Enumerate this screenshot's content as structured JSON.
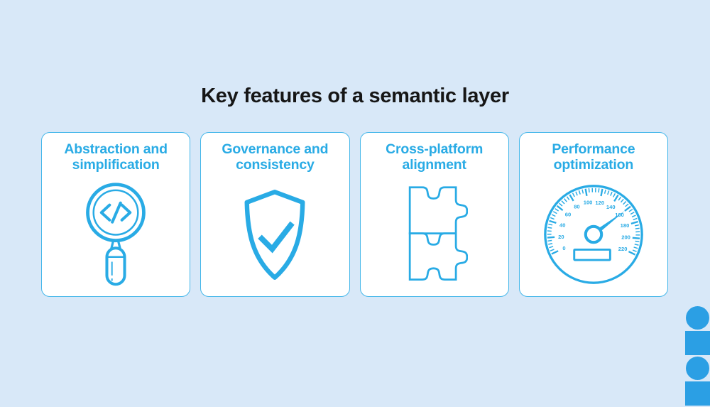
{
  "title": "Key features of a semantic layer",
  "cards": [
    {
      "line1": "Abstraction and",
      "line2": "simplification",
      "icon": "magnifier-code-icon"
    },
    {
      "line1": "Governance and",
      "line2": "consistency",
      "icon": "shield-check-icon"
    },
    {
      "line1": "Cross-platform",
      "line2": "alignment",
      "icon": "puzzle-pieces-icon"
    },
    {
      "line1": "Performance",
      "line2": "optimization",
      "icon": "speedometer-icon"
    }
  ],
  "gauge": {
    "labels": [
      0,
      20,
      40,
      60,
      80,
      100,
      120,
      140,
      160,
      180,
      200,
      220
    ],
    "needle_value": 160
  },
  "colors": {
    "background": "#d8e8f8",
    "card_background": "#ffffff",
    "card_border": "#45b7ea",
    "accent": "#29abe5",
    "title_text": "#161616",
    "decor_shapes": "#2b9fe4"
  }
}
